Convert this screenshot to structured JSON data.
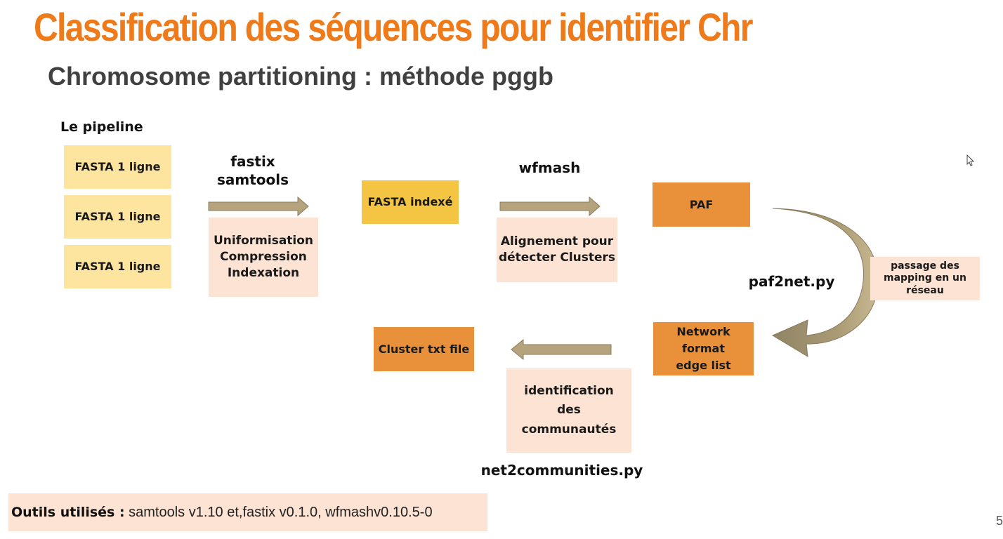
{
  "slide": {
    "title": "Classification des séquences pour identifier Chr",
    "subtitle": "Chromosome partitioning : méthode pggb",
    "page_number": "5"
  },
  "pipeline": {
    "label": "Le pipeline",
    "inputs": [
      "FASTA 1 ligne",
      "FASTA 1 ligne",
      "FASTA 1 ligne"
    ],
    "step1": {
      "tool_line1": "fastix",
      "tool_line2": "samtools",
      "desc_lines": [
        "Uniformisation",
        "Compression",
        "Indexation"
      ]
    },
    "fasta_indexed": "FASTA indexé",
    "step2": {
      "tool": "wfmash",
      "desc_lines": [
        "Alignement pour",
        "détecter Clusters"
      ]
    },
    "paf": "PAF",
    "step3": {
      "tool": "paf2net.py",
      "desc_lines": [
        "passage des",
        "mapping en un",
        "réseau"
      ]
    },
    "network": {
      "lines": [
        "Network",
        "format",
        "edge list"
      ]
    },
    "step4": {
      "tool": "net2communities.py",
      "desc_lines": [
        "identification",
        "des",
        "communautés"
      ]
    },
    "cluster_file": "Cluster txt file"
  },
  "tools_used": {
    "label": "Outils utilisés :",
    "text": " samtools v1.10 et,fastix v0.1.0, wfmashv0.10.5-0"
  },
  "colors": {
    "title": "#ee7a1a",
    "light_yellow": "#fde5a0",
    "peach": "#fde3d3",
    "gold": "#f4c542",
    "orange": "#e8913a",
    "arrow": "#b5a37d"
  }
}
